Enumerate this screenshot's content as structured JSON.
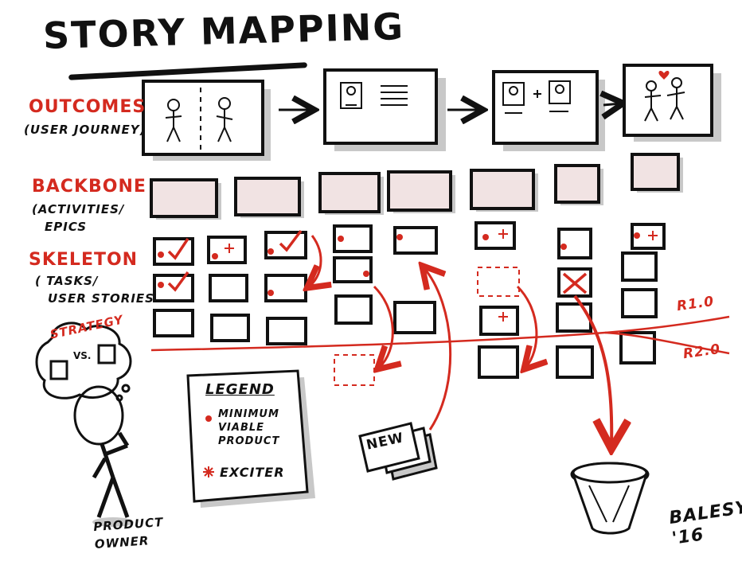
{
  "title": "STORY MAPPING",
  "rows": {
    "outcomes": {
      "label": "OUTCOMES",
      "sublabel": "(USER JOURNEY)"
    },
    "backbone": {
      "label": "BACKBONE",
      "sublabel_1": "(ACTIVITIES/",
      "sublabel_2": "EPICS"
    },
    "skeleton": {
      "label": "SKELETON",
      "sublabel_1": "( TASKS/",
      "sublabel_2": "USER STORIES"
    },
    "strategy": {
      "label": "STRATEGY",
      "vs": "VS."
    }
  },
  "legend": {
    "title": "LEGEND",
    "items": [
      {
        "symbol": "dot",
        "text_1": "MINIMUM",
        "text_2": "VIABLE",
        "text_3": "PRODUCT"
      },
      {
        "symbol": "asterisk",
        "text_1": "EXCITER"
      }
    ]
  },
  "releases": {
    "r1": "R1.0",
    "r2": "R2.0"
  },
  "new_card": "NEW",
  "product_owner": {
    "line_1": "PRODUCT",
    "line_2": "OWNER"
  },
  "signature": {
    "line_1": "BALESY",
    "line_2": "'16"
  },
  "colors": {
    "accent_red": "#d42a1f",
    "backbone_fill": "#f1e3e3",
    "ink": "#111111",
    "shadow": "#c8c8c8"
  }
}
